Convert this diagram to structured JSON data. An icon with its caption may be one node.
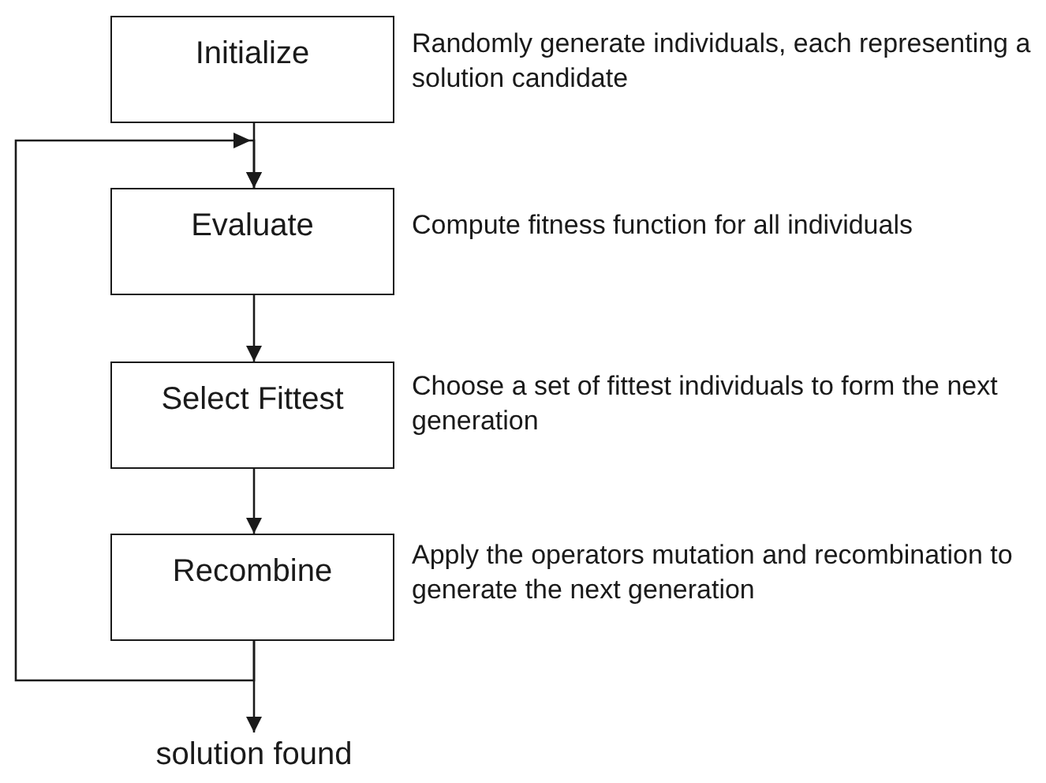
{
  "diagram": {
    "nodes": [
      {
        "text": [
          "Initialize"
        ],
        "beside": [
          "Randomly generate individuals, each representing a solution candidate"
        ]
      },
      {
        "text": [
          "Evaluate"
        ],
        "beside": [
          "Compute fitness function for all individuals"
        ]
      },
      {
        "text": [
          "Select Fittest"
        ],
        "beside": [
          "Choose a set of fittest individuals to form the next generation"
        ]
      },
      {
        "text": [
          "Recombine"
        ],
        "beside": [
          "Apply the operators mutation and recombination to generate the next generation"
        ]
      },
      {
        "text": [
          "solution found"
        ]
      }
    ],
    "edges": [
      {
        "from": 0,
        "to": 1,
        "arrow": "to"
      },
      {
        "from": 1,
        "to": 2,
        "arrow": "to"
      },
      {
        "from": 2,
        "to": 3,
        "arrow": "to"
      },
      {
        "from": 3,
        "to": 4,
        "arrow": "to"
      },
      {
        "from": 3,
        "to": 1,
        "arrow": "to"
      }
    ]
  }
}
